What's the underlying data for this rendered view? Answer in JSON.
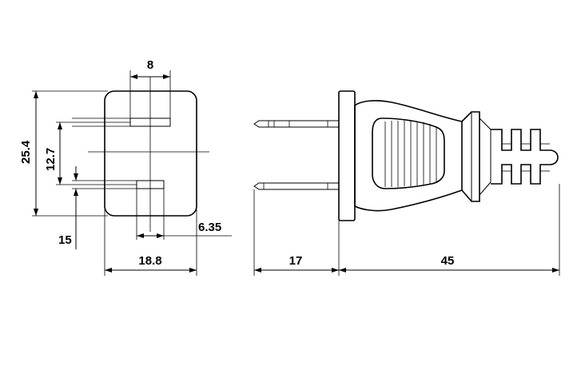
{
  "dimensions": {
    "blade_spacing_top": "8",
    "overall_height": "25.4",
    "blade_pitch": "12.7",
    "blade_offset": "15",
    "blade_width": "6.35",
    "face_width": "18.8",
    "blade_length": "17",
    "body_length": "45"
  },
  "colors": {
    "line": "#000000",
    "background": "#ffffff"
  }
}
